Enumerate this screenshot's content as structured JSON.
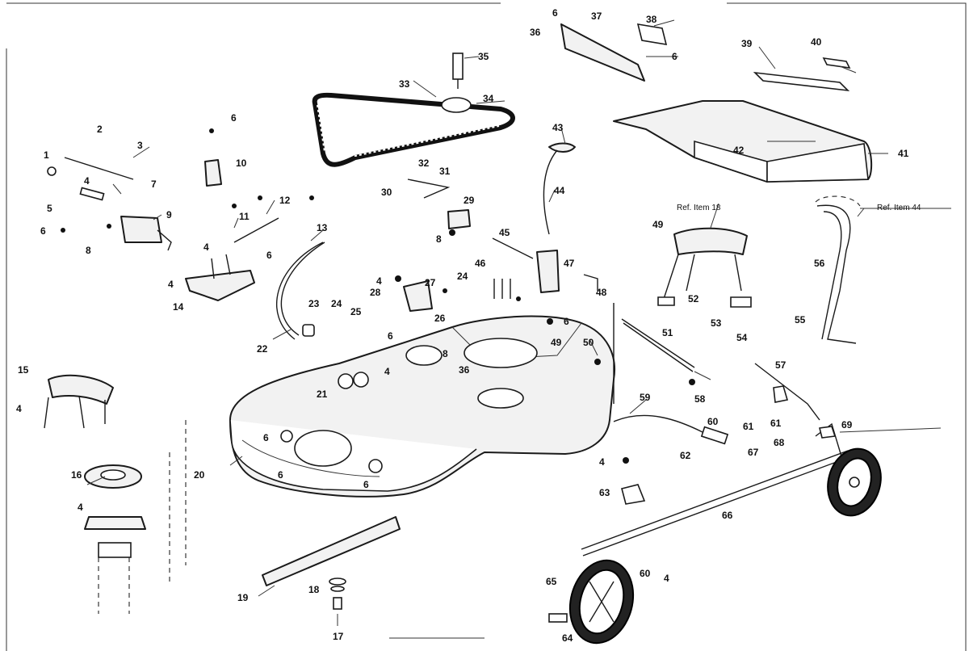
{
  "callouts": [
    {
      "id": "c1",
      "text": "1"
    },
    {
      "id": "c2",
      "text": "2"
    },
    {
      "id": "c3",
      "text": "3"
    },
    {
      "id": "c4a",
      "text": "4"
    },
    {
      "id": "c5",
      "text": "5"
    },
    {
      "id": "c6a",
      "text": "6"
    },
    {
      "id": "c7",
      "text": "7"
    },
    {
      "id": "c8a",
      "text": "8"
    },
    {
      "id": "c9",
      "text": "9"
    },
    {
      "id": "c6b",
      "text": "6"
    },
    {
      "id": "c10",
      "text": "10"
    },
    {
      "id": "c11",
      "text": "11"
    },
    {
      "id": "c12",
      "text": "12"
    },
    {
      "id": "c13",
      "text": "13"
    },
    {
      "id": "c4b",
      "text": "4"
    },
    {
      "id": "c6c",
      "text": "6"
    },
    {
      "id": "c4c",
      "text": "4"
    },
    {
      "id": "c14",
      "text": "14"
    },
    {
      "id": "c15",
      "text": "15"
    },
    {
      "id": "c4d",
      "text": "4"
    },
    {
      "id": "c16",
      "text": "16"
    },
    {
      "id": "c4e",
      "text": "4"
    },
    {
      "id": "c17",
      "text": "17"
    },
    {
      "id": "c18",
      "text": "18"
    },
    {
      "id": "c19",
      "text": "19"
    },
    {
      "id": "c20",
      "text": "20"
    },
    {
      "id": "c21",
      "text": "21"
    },
    {
      "id": "c22",
      "text": "22"
    },
    {
      "id": "c23",
      "text": "23"
    },
    {
      "id": "c24a",
      "text": "24"
    },
    {
      "id": "c25",
      "text": "25"
    },
    {
      "id": "c4f",
      "text": "4"
    },
    {
      "id": "c26",
      "text": "26"
    },
    {
      "id": "c27",
      "text": "27"
    },
    {
      "id": "c28",
      "text": "28"
    },
    {
      "id": "c24b",
      "text": "24"
    },
    {
      "id": "c29",
      "text": "29"
    },
    {
      "id": "c8b",
      "text": "8"
    },
    {
      "id": "c30",
      "text": "30"
    },
    {
      "id": "c31",
      "text": "31"
    },
    {
      "id": "c32",
      "text": "32"
    },
    {
      "id": "c33",
      "text": "33"
    },
    {
      "id": "c34",
      "text": "34"
    },
    {
      "id": "c35",
      "text": "35"
    },
    {
      "id": "c6d",
      "text": "6"
    },
    {
      "id": "c37",
      "text": "37"
    },
    {
      "id": "c38",
      "text": "38"
    },
    {
      "id": "c36a",
      "text": "36"
    },
    {
      "id": "c6e",
      "text": "6"
    },
    {
      "id": "c39",
      "text": "39"
    },
    {
      "id": "c40",
      "text": "40"
    },
    {
      "id": "c41",
      "text": "41"
    },
    {
      "id": "c42",
      "text": "42"
    },
    {
      "id": "c43",
      "text": "43"
    },
    {
      "id": "c44",
      "text": "44"
    },
    {
      "id": "c45",
      "text": "45"
    },
    {
      "id": "c46",
      "text": "46"
    },
    {
      "id": "c47",
      "text": "47"
    },
    {
      "id": "c48",
      "text": "48"
    },
    {
      "id": "c49a",
      "text": "49"
    },
    {
      "id": "c49b",
      "text": "49"
    },
    {
      "id": "c36b",
      "text": "36"
    },
    {
      "id": "c6f",
      "text": "6"
    },
    {
      "id": "c6g",
      "text": "6"
    },
    {
      "id": "c8c",
      "text": "8"
    },
    {
      "id": "c4g",
      "text": "4"
    },
    {
      "id": "c6h",
      "text": "6"
    },
    {
      "id": "c6i",
      "text": "6"
    },
    {
      "id": "c6j",
      "text": "6"
    },
    {
      "id": "c50",
      "text": "50"
    },
    {
      "id": "c51",
      "text": "51"
    },
    {
      "id": "c52",
      "text": "52"
    },
    {
      "id": "c53",
      "text": "53"
    },
    {
      "id": "c54",
      "text": "54"
    },
    {
      "id": "c55",
      "text": "55"
    },
    {
      "id": "c56",
      "text": "56"
    },
    {
      "id": "c57",
      "text": "57"
    },
    {
      "id": "c58",
      "text": "58"
    },
    {
      "id": "c59",
      "text": "59"
    },
    {
      "id": "c60",
      "text": "60"
    },
    {
      "id": "c61a",
      "text": "61"
    },
    {
      "id": "c61b",
      "text": "61"
    },
    {
      "id": "c62",
      "text": "62"
    },
    {
      "id": "c67",
      "text": "67"
    },
    {
      "id": "c68",
      "text": "68"
    },
    {
      "id": "c69",
      "text": "69"
    },
    {
      "id": "c4h",
      "text": "4"
    },
    {
      "id": "c63",
      "text": "63"
    },
    {
      "id": "c66",
      "text": "66"
    },
    {
      "id": "c65",
      "text": "65"
    },
    {
      "id": "c64",
      "text": "64"
    },
    {
      "id": "c60b",
      "text": "60"
    },
    {
      "id": "c4i",
      "text": "4"
    }
  ],
  "ref_labels": {
    "ref_item_18": "Ref. Item 18",
    "ref_item_44": "Ref. Item 44"
  }
}
